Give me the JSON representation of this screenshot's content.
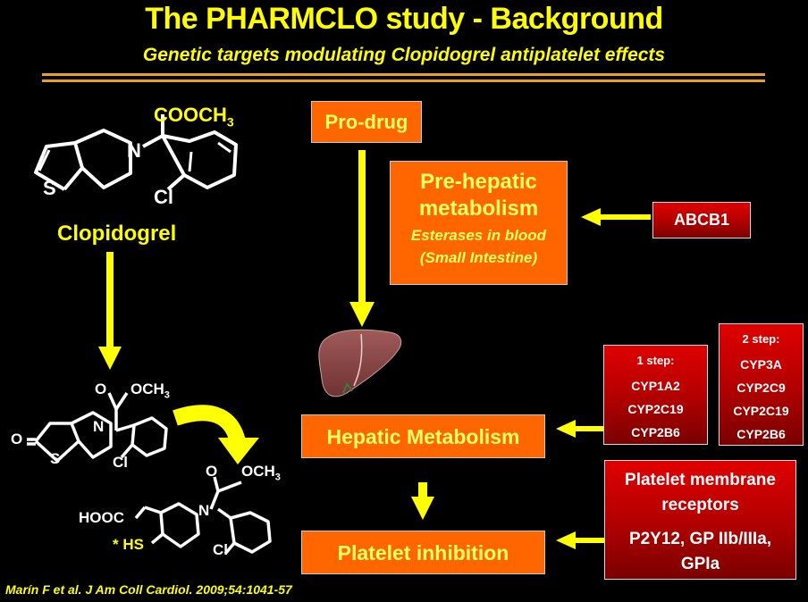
{
  "header": {
    "title": "The PHARMCLO study - Background",
    "subtitle": "Genetic targets modulating Clopidogrel antiplatelet effects"
  },
  "left": {
    "drug_name": "Clopidogrel",
    "cooch3_top": "COOCH",
    "sub_3": "3",
    "s_label": "S",
    "cl_label": "Cl",
    "n_label": "N",
    "o_label": "O",
    "ooch3": "OCH",
    "hooc": "HOOC",
    "hs": "* HS"
  },
  "flow": {
    "prodrug": "Pro-drug",
    "prehepatic_title": "Pre-hepatic metabolism",
    "prehepatic_line1": "Esterases in blood",
    "prehepatic_line2": "(Small Intestine)",
    "hepatic": "Hepatic Metabolism",
    "platelet": "Platelet inhibition"
  },
  "genes": {
    "abcb1": "ABCB1",
    "step1_title": "1 step:",
    "step1_items": [
      "CYP1A2",
      "CYP2C19",
      "CYP2B6"
    ],
    "step2_title": "2 step:",
    "step2_items": [
      "CYP3A",
      "CYP2C9",
      "CYP2C19",
      "CYP2B6"
    ],
    "receptor_title": "Platelet membrane receptors",
    "receptor_items": "P2Y12, GP IIb/IIIa, GPIa"
  },
  "reference": "Marín F et al. J Am Coll Cardiol. 2009;54:1041-57",
  "colors": {
    "accent_yellow": "#ffff00",
    "box_orange": "#ff6600",
    "box_red": "#c00000",
    "rule": "#e8a020"
  }
}
